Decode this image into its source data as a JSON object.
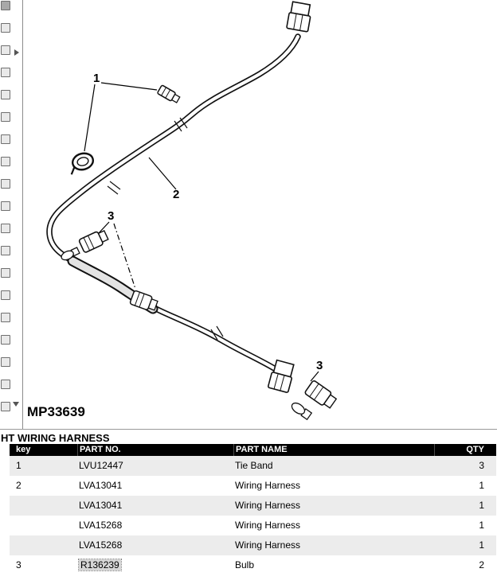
{
  "sidebar": {
    "thumb_count": 19
  },
  "diagram": {
    "image_label": "MP33639",
    "callouts": [
      "1",
      "2",
      "3",
      "3"
    ]
  },
  "parts": {
    "title": "HT WIRING HARNESS",
    "columns": {
      "key": "key",
      "part_no": "PART NO.",
      "part_name": "PART NAME",
      "qty": "QTY"
    },
    "rows": [
      {
        "key": "1",
        "part_no": "LVU12447",
        "part_name": "Tie Band",
        "qty": "3",
        "highlight": false
      },
      {
        "key": "2",
        "part_no": "LVA13041",
        "part_name": "Wiring Harness",
        "qty": "1",
        "highlight": false
      },
      {
        "key": "",
        "part_no": "LVA13041",
        "part_name": "Wiring Harness",
        "qty": "1",
        "highlight": false
      },
      {
        "key": "",
        "part_no": "LVA15268",
        "part_name": "Wiring Harness",
        "qty": "1",
        "highlight": false
      },
      {
        "key": "",
        "part_no": "LVA15268",
        "part_name": "Wiring Harness",
        "qty": "1",
        "highlight": false
      },
      {
        "key": "3",
        "part_no": "R136239",
        "part_name": "Bulb",
        "qty": "2",
        "highlight": true
      }
    ]
  }
}
